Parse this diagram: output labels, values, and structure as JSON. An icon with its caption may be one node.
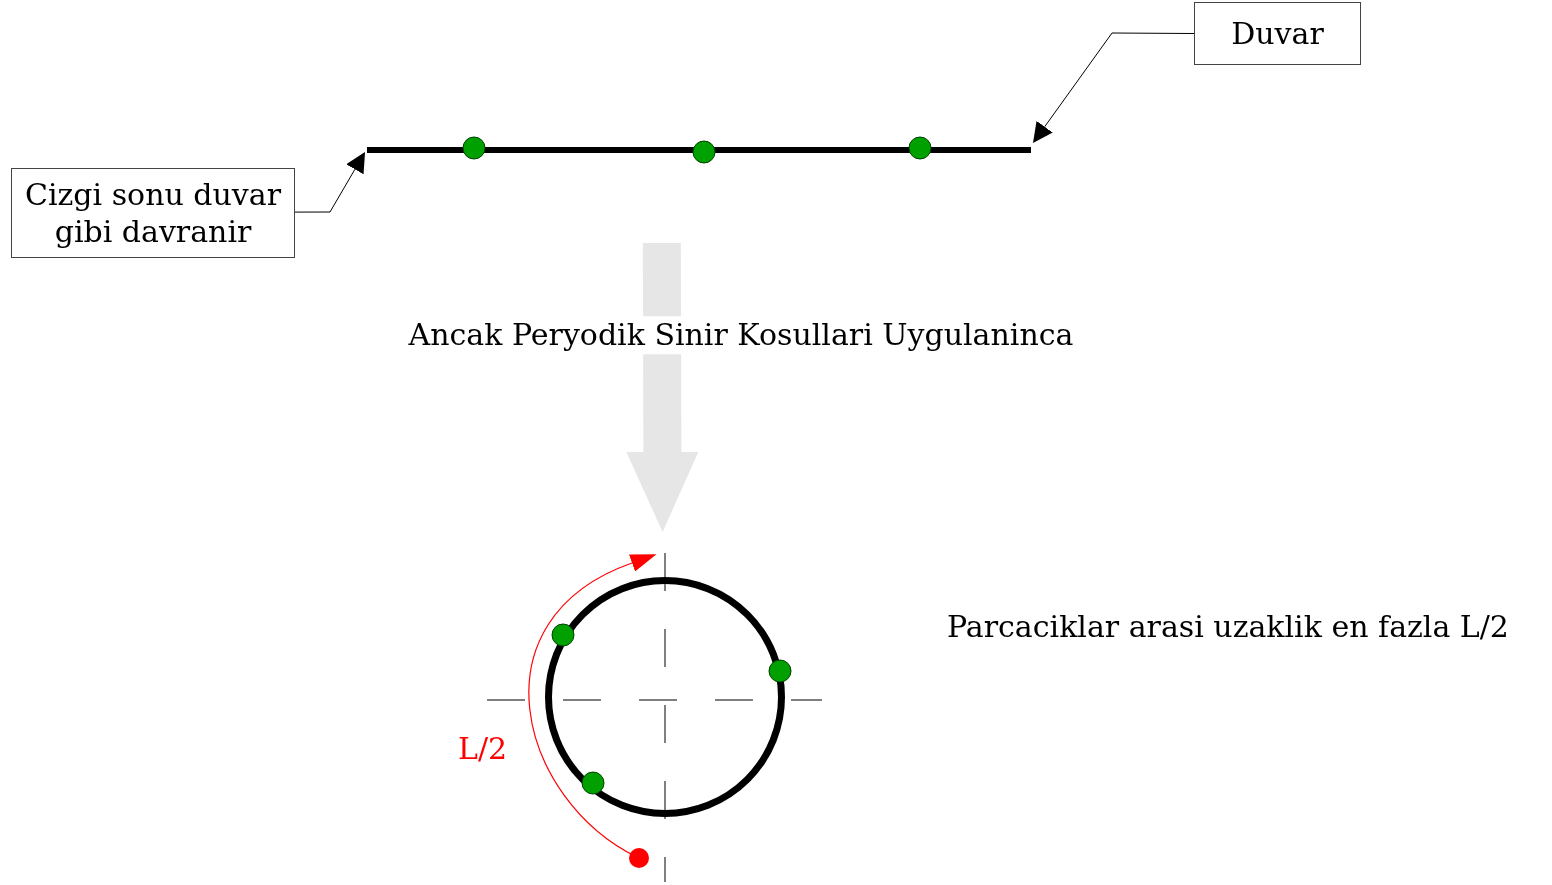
{
  "diagram": {
    "nodes": [
      {
        "text": [
          "Cizgi sonu duvar gibi davranir"
        ]
      },
      {
        "text": [
          "Duvar"
        ]
      },
      {
        "text": [],
        "shape": "bar"
      },
      {
        "text": [],
        "shape": "circle"
      }
    ],
    "edges": [
      {
        "from": 0,
        "to": 2,
        "arrow": "to"
      },
      {
        "from": 1,
        "to": 2,
        "arrow": "to"
      },
      {
        "from": 2,
        "to": 3,
        "arrow": "to",
        "label": "Ancak Peryodik Sinir Kosullari Uygulaninca",
        "style": "thick",
        "color": "#e6e6e6"
      }
    ],
    "labels": [
      "L/2",
      "Parcaciklar arasi uzaklik en fazla L/2"
    ]
  }
}
